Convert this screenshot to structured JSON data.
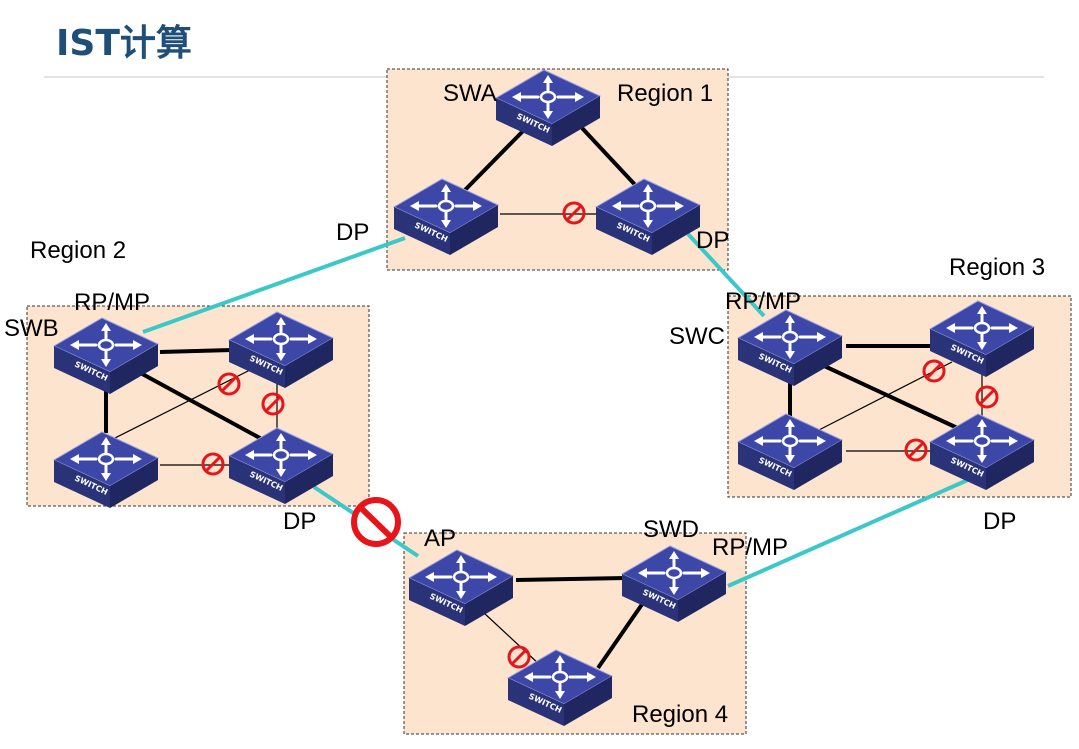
{
  "title": "IST计算",
  "labels": {
    "swa": "SWA",
    "swb": "SWB",
    "swc": "SWC",
    "swd": "SWD",
    "region1": "Region 1",
    "region2": "Region 2",
    "region3": "Region 3",
    "region4": "Region 4",
    "dp_r1_left": "DP",
    "dp_r1_right": "DP",
    "dp_r2": "DP",
    "dp_r3": "DP",
    "rpmp_r2": "RP/MP",
    "rpmp_r3": "RP/MP",
    "rpmp_r4": "RP/MP",
    "ap": "AP"
  },
  "switch_text": "SWITCH",
  "colors": {
    "title": "#1f4e79",
    "region_fill": "#fde4cf",
    "inter_region_link": "#3cc8c8",
    "blocked": "#e8141b",
    "switch_top": "#3d47a8",
    "switch_side": "#27306f"
  }
}
